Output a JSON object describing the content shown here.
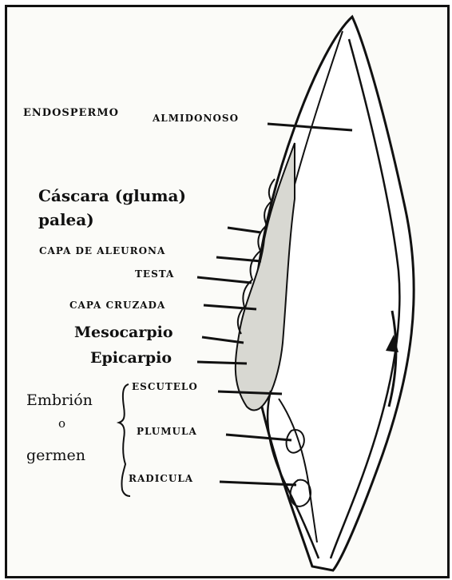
{
  "labels": {
    "endospermo": "ENDOSPERMO",
    "almidonoso": "ALMIDONOSO",
    "cascara_line1": "Cáscara (gluma)",
    "cascara_line2": "palea)",
    "capa_aleurona": "CAPA DE ALEURONA",
    "testa": "TESTA",
    "capa_cruzada": "CAPA CRUZADA",
    "mesocarpio": "Mesocarpio",
    "epicarpio": "Epicarpio",
    "embrion": "Embrión",
    "o": "o",
    "germen": "germen",
    "escutelo": "ESCUTELO",
    "plumula": "PLUMULA",
    "radicula": "RADICULA"
  },
  "colors": {
    "ink": "#111111",
    "paper": "#fbfbf8",
    "shade": "#d8d8d2"
  }
}
